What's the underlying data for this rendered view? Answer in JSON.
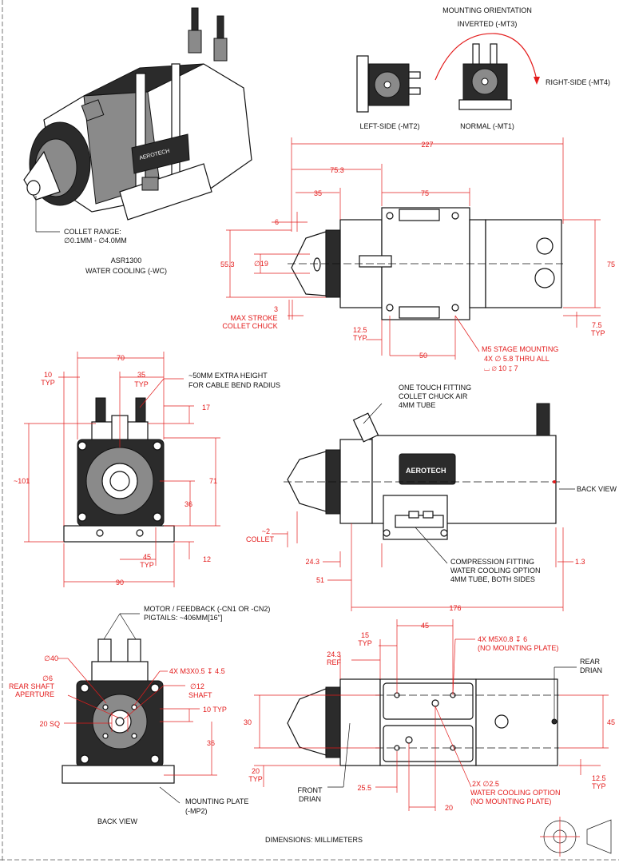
{
  "orientation": {
    "title": "MOUNTING ORIENTATION",
    "inverted": "INVERTED (-MT3)",
    "right_side": "RIGHT-SIDE (-MT4)",
    "left_side": "LEFT-SIDE (-MT2)",
    "normal": "NORMAL (-MT1)"
  },
  "iso": {
    "collet_range_1": "COLLET RANGE:",
    "collet_range_2": "∅0.1MM - ∅4.0MM",
    "model": "ASR1300",
    "cooling": "WATER COOLING (-WC)"
  },
  "top_view": {
    "d227": "227",
    "d75_3": "75.3",
    "d35": "35",
    "d75a": "75",
    "d6": "6",
    "d55_3": "55.3",
    "d19": "∅19",
    "d75b": "75",
    "d3": "3",
    "max_stroke_1": "MAX STROKE",
    "max_stroke_2": "COLLET CHUCK",
    "d12_5": "12.5",
    "typ1": "TYP",
    "d50": "50",
    "d7_5": "7.5",
    "typ2": "TYP",
    "m5_1": "M5 STAGE MOUNTING",
    "m5_2": "4X ∅ 5.8 THRU ALL",
    "m5_3": "⌴ ∅ 10 ↧ 7"
  },
  "front_view": {
    "d70": "70",
    "d10": "10",
    "typ_a": "TYP",
    "d35": "35",
    "typ_b": "TYP",
    "extra_1": "~50MM EXTRA HEIGHT",
    "extra_2": "FOR CABLE BEND RADIUS",
    "d17": "17",
    "d101": "~101",
    "d71": "71",
    "d36": "36",
    "d45": "45",
    "typ_c": "TYP",
    "d12": "12",
    "d90": "90"
  },
  "side_view": {
    "fitting_1": "ONE TOUCH FITTING",
    "fitting_2": "COLLET CHUCK AIR",
    "fitting_3": "4MM TUBE",
    "brand": "AEROTECH",
    "back_view": "BACK VIEW",
    "d2": "~2",
    "collet": "COLLET",
    "d24_3": "24.3",
    "d1_3": "1.3",
    "d51": "51",
    "d176": "176",
    "comp_1": "COMPRESSION FITTING",
    "comp_2": "WATER COOLING OPTION",
    "comp_3": "4MM TUBE, BOTH SIDES"
  },
  "back_view": {
    "motor_1": "MOTOR / FEEDBACK (-CN1 OR -CN2)",
    "motor_2": "PIGTAILS: ~406MM[16\"]",
    "d40": "∅40",
    "d6": "∅6",
    "rear_shaft_1": "REAR SHAFT",
    "rear_shaft_2": "APERTURE",
    "m3": "4X M3X0.5 ↧ 4.5",
    "d12": "∅12",
    "shaft": "SHAFT",
    "d10typ": "10 TYP",
    "sq20": "20 SQ",
    "d36": "36",
    "mp_1": "MOUNTING PLATE",
    "mp_2": "(-MP2)",
    "label": "BACK VIEW"
  },
  "bottom_view": {
    "d15": "15",
    "typ_a": "TYP",
    "d45a": "45",
    "m5_1": "4X M5X0.8 ↧ 6",
    "m5_2": "(NO MOUNTING PLATE)",
    "d24_3": "24.3",
    "ref": "REF",
    "rear_1": "REAR",
    "rear_2": "DRIAN",
    "d30": "30",
    "d45b": "45",
    "d20": "20",
    "typ_b": "TYP",
    "front_1": "FRONT",
    "front_2": "DRIAN",
    "d25_5": "25.5",
    "d2_5_1": "2X ∅2.5",
    "d2_5_2": "WATER COOLING OPTION",
    "d2_5_3": "(NO MOUNTING PLATE)",
    "d20b": "20",
    "d12_5": "12.5",
    "typ_c": "TYP"
  },
  "footer": {
    "units": "DIMENSIONS:  MILLIMETERS"
  }
}
